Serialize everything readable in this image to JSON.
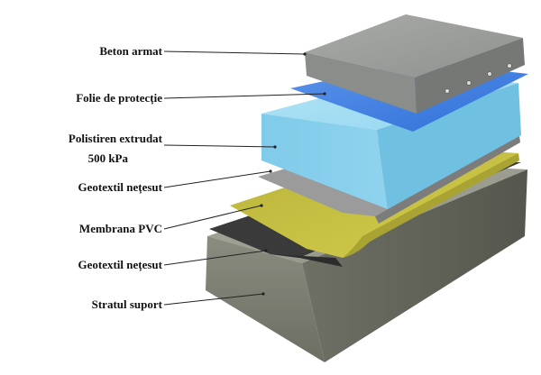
{
  "title": "",
  "labels": {
    "beton_armat": "Beton armat",
    "folie_protectie": "Folie de protecție",
    "polistiren_line1": "Polistiren extrudat",
    "polistiren_line2": "500 kPa",
    "geotextil_sus": "Geotextil nețesut",
    "membrana_pvc": "Membrana PVC",
    "geotextil_jos": "Geotextil nețesut",
    "stratul_suport": "Stratul suport"
  },
  "colors": {
    "beton": "#9a9c9a",
    "folie": "#3a7be0",
    "polistiren": "#8fd3ee",
    "geotextil": "#9b9b9b",
    "membrana": "#c7c23a",
    "geotextil_dark": "#3a3a3a",
    "suport": "#7a7d72"
  }
}
